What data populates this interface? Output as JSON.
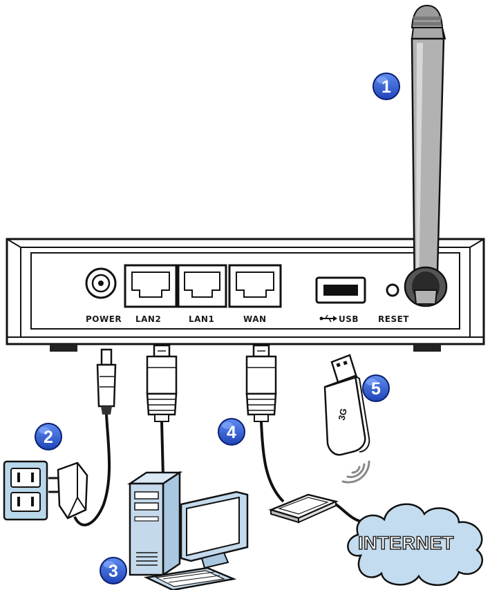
{
  "ports": {
    "power": "POWER",
    "lan2": "LAN2",
    "lan1": "LAN1",
    "wan": "WAN",
    "usb": "USB",
    "reset": "RESET"
  },
  "callouts": [
    "1",
    "2",
    "3",
    "4",
    "5"
  ],
  "usb_stick_label": "3G",
  "cloud_label": "INTERNET",
  "colors": {
    "callout_fill": "#2f5fd6",
    "callout_stroke": "#0a1e6e",
    "outlet": "#b9d7ea",
    "computer": "#c4daec",
    "cloud": "#c3dcef",
    "line": "#111111"
  }
}
